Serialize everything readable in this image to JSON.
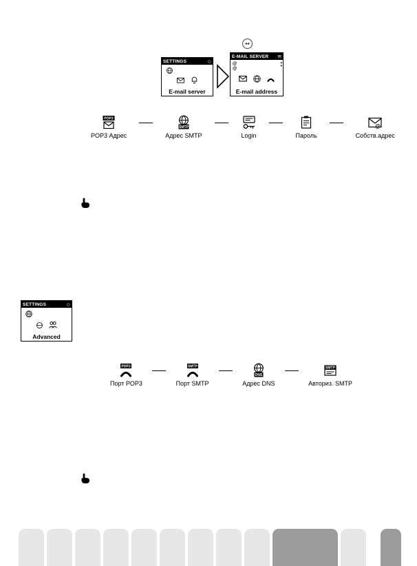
{
  "colors": {
    "tab-light": "#e7e7e7",
    "tab-active": "#9c9c9c",
    "ink": "#000000"
  },
  "glyphs": {
    "nav": "↔",
    "diamond": "◇",
    "envelope": "✉",
    "at": "@",
    "scroll_up": "▴",
    "scroll_down": "▾"
  },
  "screens": {
    "settings1": {
      "title": "SETTINGS",
      "label": "E-mail server"
    },
    "email_server": {
      "title": "E-MAIL SERVER",
      "label": "E-mail address"
    },
    "settings2": {
      "title": "SETTINGS",
      "label": "Advanced"
    }
  },
  "flow1": {
    "items": [
      {
        "label": "POP3 Адрес",
        "badge": "POP3"
      },
      {
        "label": "Адрес SMTP",
        "badge": "SMTP"
      },
      {
        "label": "Login",
        "badge": ""
      },
      {
        "label": "Пароль",
        "badge": ""
      },
      {
        "label": "Собств.адрес",
        "badge": ""
      }
    ]
  },
  "flow2": {
    "items": [
      {
        "label": "Порт POP3",
        "badge": "POP3"
      },
      {
        "label": "Порт SMTP",
        "badge": "SMTP"
      },
      {
        "label": "Адрес DNS",
        "badge": "DNS"
      },
      {
        "label": "Авториз. SMTP",
        "badge": "SMTP"
      }
    ]
  },
  "page_tabs": [
    "n",
    "n",
    "n",
    "n",
    "n",
    "n",
    "n",
    "n",
    "n",
    "w",
    "n",
    "d"
  ]
}
